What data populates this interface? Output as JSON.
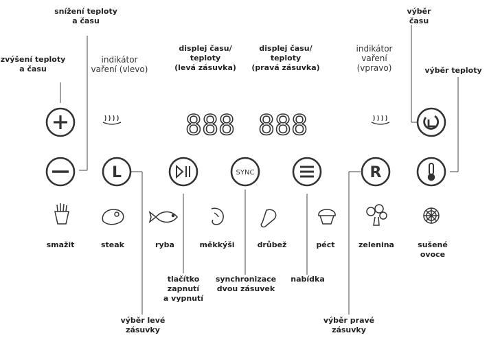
{
  "callouts": {
    "decrease": "snížení teploty\na času",
    "increase": "zvýšení teploty\na času",
    "indicator_left": "indikátor\nvaření (vlevo)",
    "display_left": "displej času/\nteploty\n(levá zásuvka)",
    "display_right": "displej času/\nteploty\n(pravá zásuvka)",
    "indicator_right": "indikátor\nvaření\n(vpravo)",
    "time_select": "výběr\nčasu",
    "temp_select": "výběr teploty",
    "power": "tlačítko\nzapnutí\na vypnutí",
    "sync": "synchronizace\ndvou zásuvek",
    "menu": "nabídka",
    "left_drawer": "výběr levé\nzásuvky",
    "right_drawer": "výběr pravé\nzásuvky"
  },
  "buttons": {
    "plus": "+",
    "minus": "−",
    "left": "L",
    "right": "R",
    "sync": "SYNC"
  },
  "displays": {
    "left": "888",
    "right": "888"
  },
  "programs": [
    {
      "label": "smažit",
      "icon": "fries-icon"
    },
    {
      "label": "steak",
      "icon": "steak-icon"
    },
    {
      "label": "ryba",
      "icon": "fish-icon"
    },
    {
      "label": "měkkýši",
      "icon": "shrimp-icon"
    },
    {
      "label": "drůbež",
      "icon": "drumstick-icon"
    },
    {
      "label": "péct",
      "icon": "muffin-icon"
    },
    {
      "label": "zelenina",
      "icon": "broccoli-icon"
    },
    {
      "label": "sušené\novoce",
      "icon": "dried-fruit-icon"
    }
  ],
  "colors": {
    "stroke": "#333333",
    "text": "#222222"
  }
}
